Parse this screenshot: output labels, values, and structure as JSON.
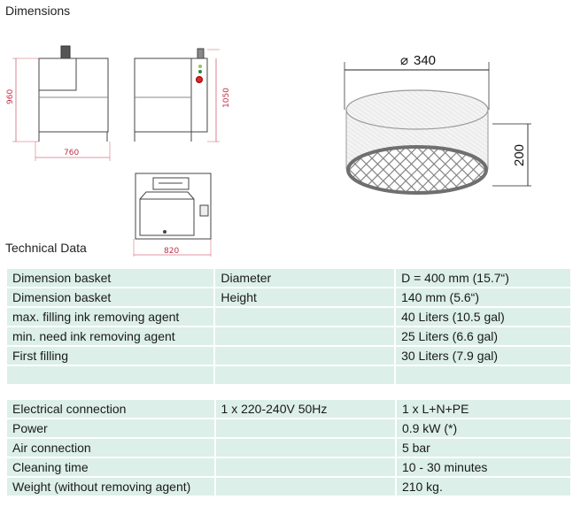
{
  "headings": {
    "dimensions": "Dimensions",
    "technical_data": "Technical Data"
  },
  "drawing_labels": {
    "front_height": "960",
    "front_width": "760",
    "side_height": "1050",
    "top_width": "820",
    "basket_diameter": "340",
    "basket_diameter_symbol": "⌀",
    "basket_height": "200"
  },
  "table1": [
    [
      "Dimension basket",
      "Diameter",
      "D = 400 mm (15.7“)"
    ],
    [
      "Dimension basket",
      "Height",
      "140 mm  (5.6“)"
    ],
    [
      "max. filling ink removing agent",
      "",
      "40 Liters    (10.5 gal)"
    ],
    [
      "min. need ink removing agent",
      "",
      "25 Liters    (6.6 gal)"
    ],
    [
      "First filling",
      "",
      "30 Liters    (7.9 gal)"
    ],
    [
      "",
      "",
      ""
    ]
  ],
  "table2": [
    [
      "Electrical connection",
      "1 x 220-240V   50Hz",
      "1 x L+N+PE"
    ],
    [
      "Power",
      "",
      "0.9 kW (*)"
    ],
    [
      "Air connection",
      "",
      "5 bar"
    ],
    [
      "Cleaning time",
      "",
      "10 - 30 minutes"
    ],
    [
      "Weight  (without removing agent)",
      "",
      "210 kg."
    ]
  ]
}
